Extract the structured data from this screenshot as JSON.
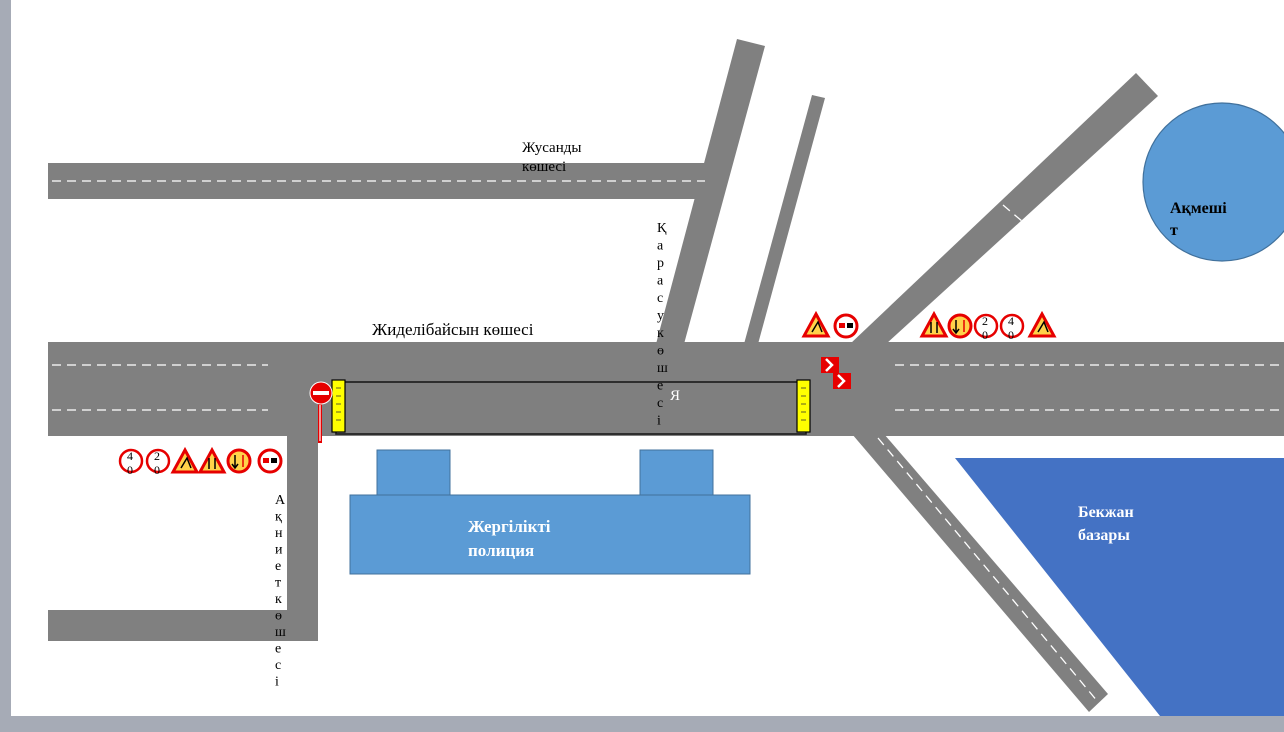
{
  "map": {
    "streets": {
      "zhusandy_line1": "Жусанды",
      "zhusandy_line2": "көшесі",
      "zhidelibaisyn": "Жиделібайсын көшесі",
      "karasu": "Қарасукөшесі",
      "akniet": "Ақниеткөшесі"
    },
    "places": {
      "police_line1": "Жергілікті",
      "police_line2": "полиция",
      "mosque_line1": "Ақмеші",
      "mosque_line2": "т",
      "bazaar_line1": "Бекжан",
      "bazaar_line2": "базары"
    },
    "work_zone_label": "Я",
    "signs": {
      "speed_40": "40",
      "speed_20": "20",
      "speed_20_left": "20",
      "speed_40_right": "40"
    },
    "colors": {
      "road": "#808080",
      "building": "#5b9bd5",
      "bazaar": "#4472c4",
      "barrier": "#ffff00",
      "sign_red": "#e60000",
      "sign_warn": "#ff8c00"
    }
  }
}
